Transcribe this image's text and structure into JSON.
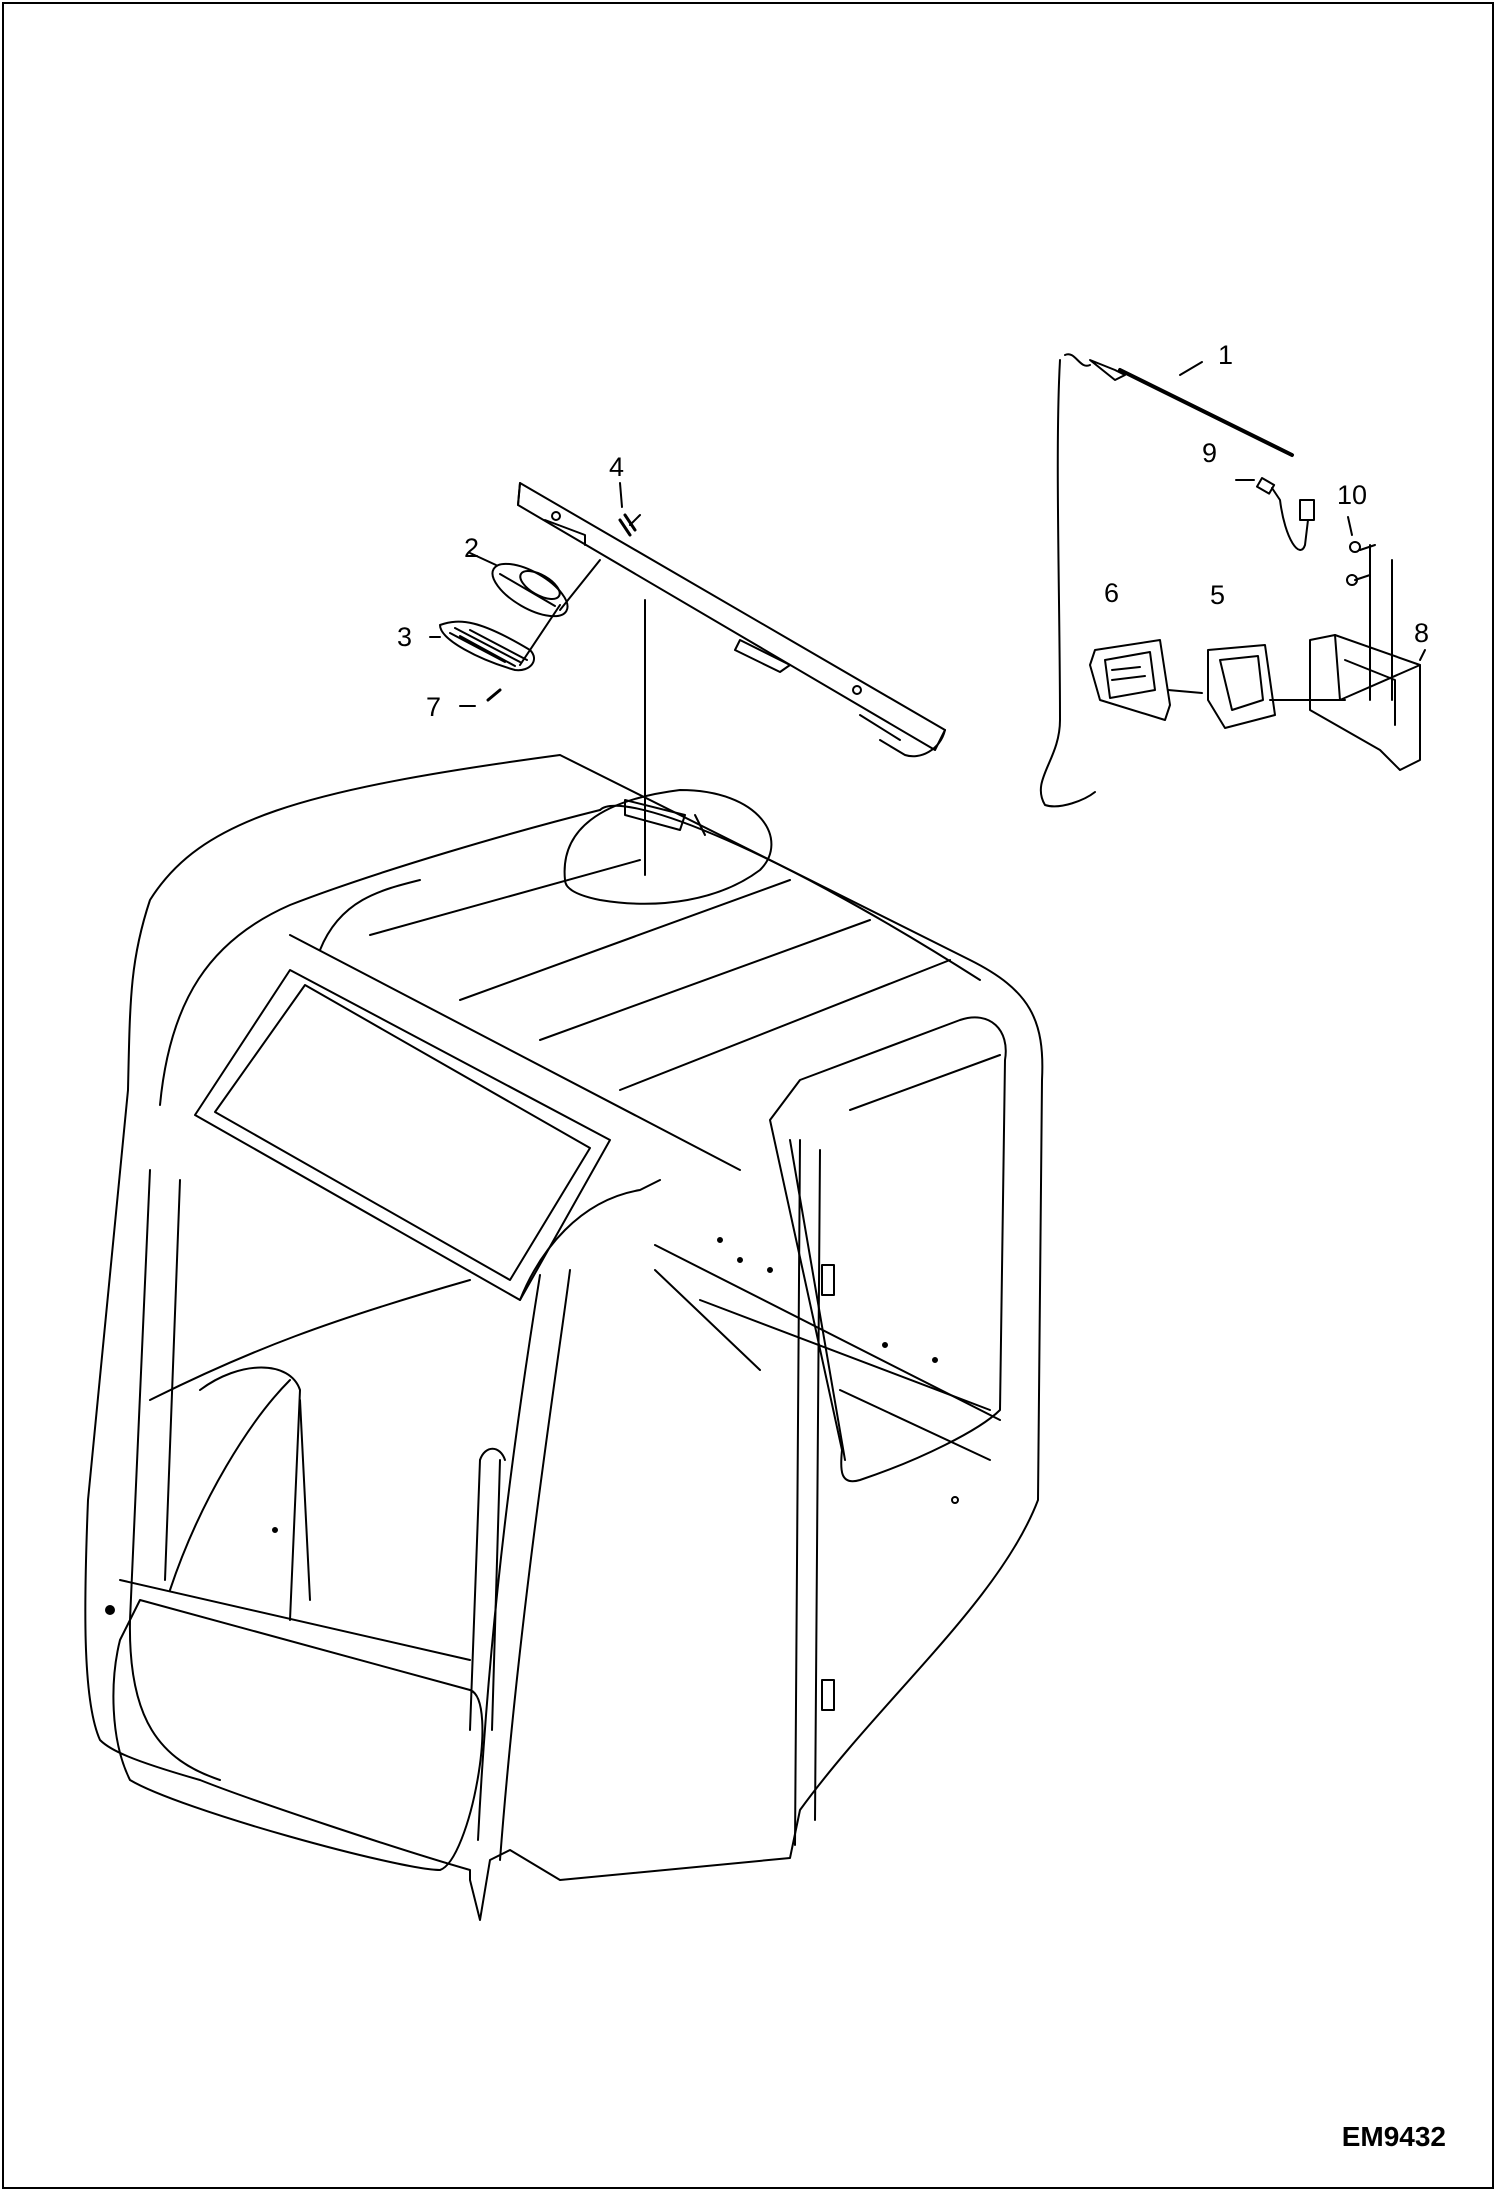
{
  "figure_code": "EM9432",
  "callouts": [
    {
      "id": "1",
      "label": "1"
    },
    {
      "id": "2",
      "label": "2"
    },
    {
      "id": "3",
      "label": "3"
    },
    {
      "id": "4",
      "label": "4"
    },
    {
      "id": "5",
      "label": "5"
    },
    {
      "id": "6",
      "label": "6"
    },
    {
      "id": "7",
      "label": "7"
    },
    {
      "id": "8",
      "label": "8"
    },
    {
      "id": "9",
      "label": "9"
    },
    {
      "id": "10",
      "label": "10"
    }
  ]
}
